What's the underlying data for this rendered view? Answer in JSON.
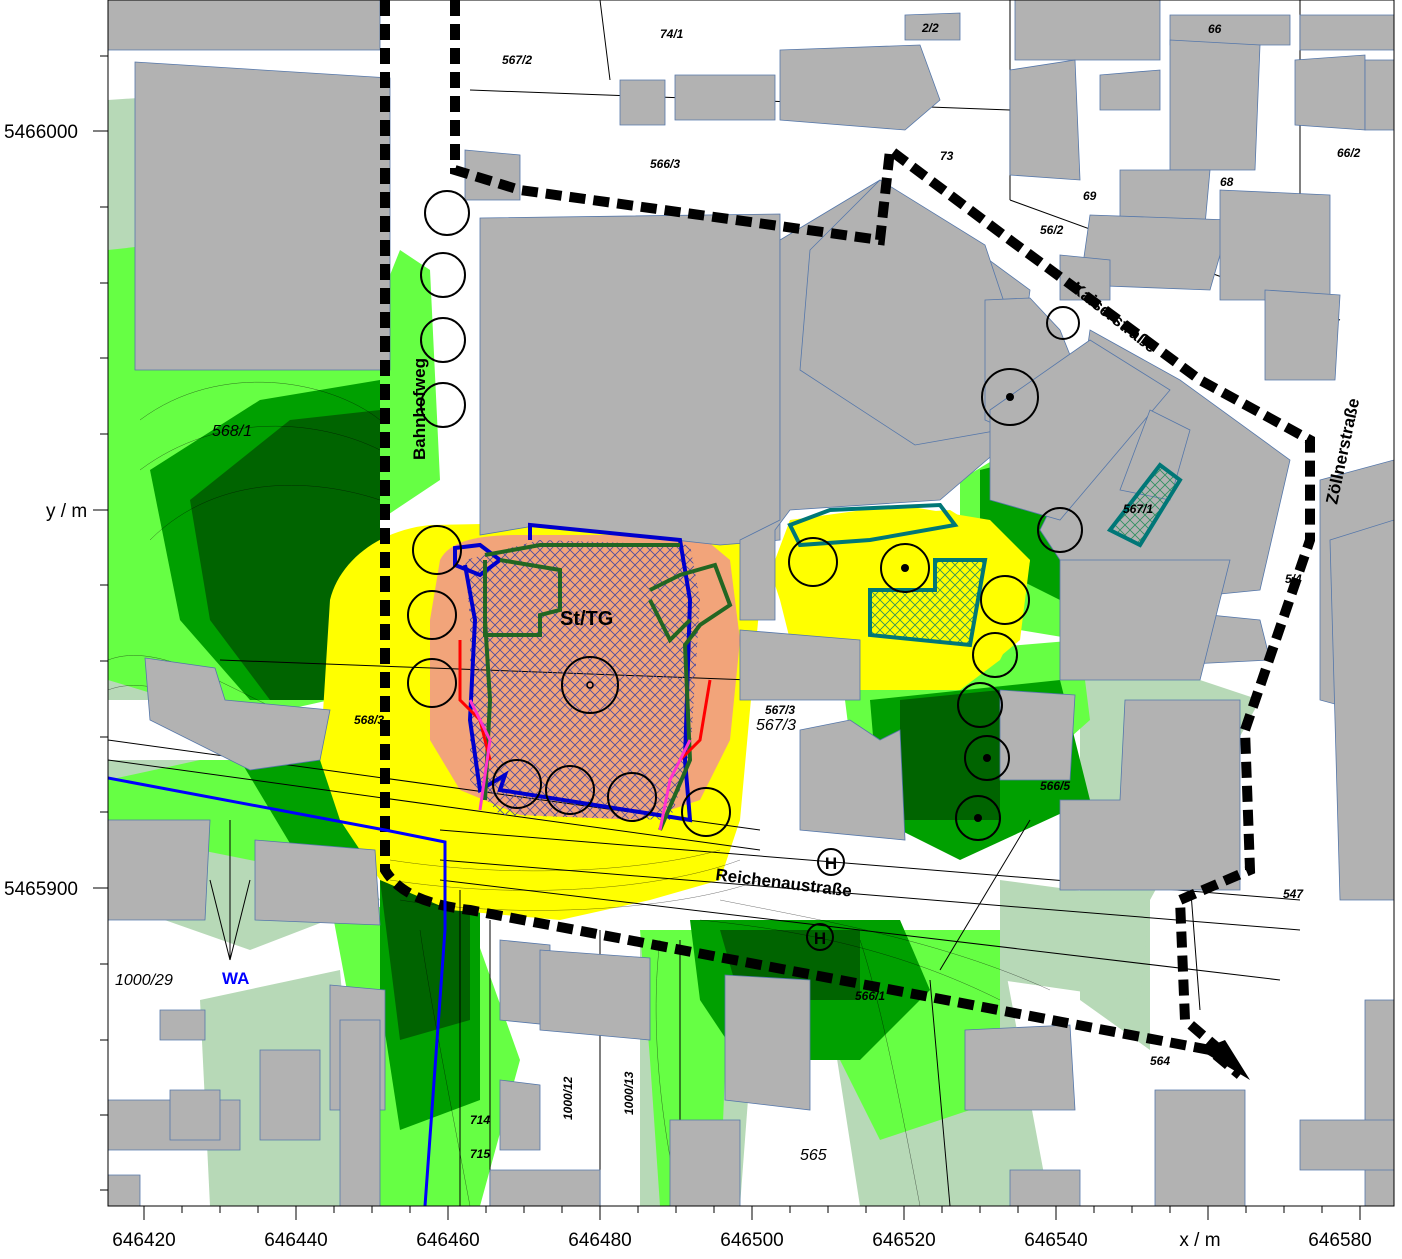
{
  "axes": {
    "x_label": "x / m",
    "y_label": "y / m",
    "x_ticks": [
      "646420",
      "646440",
      "646460",
      "646480",
      "646500",
      "646520",
      "646540",
      "646580"
    ],
    "y_ticks": [
      "5466000",
      "5465900"
    ]
  },
  "map_labels": {
    "area_code": "St/TG",
    "zone": "WA",
    "parcels": [
      "567/2",
      "74/1",
      "2/2",
      "66",
      "566/3",
      "73",
      "66/2",
      "68",
      "69",
      "56/2",
      "568/1",
      "567/3",
      "567/3",
      "566/5",
      "547",
      "566/1",
      "564",
      "565",
      "1000/29",
      "568/3",
      "1000/12",
      "1000/13",
      "714",
      "715",
      "5/4",
      "567/1"
    ],
    "streets": [
      "Bahnhofweg",
      "Kaiserstraße",
      "Zöllnerstraße",
      "Reichenaustraße"
    ],
    "bus_stop_symbol": "H"
  },
  "colors": {
    "contour_orange": "#f2a47a",
    "contour_yellow": "#ffff00",
    "contour_lightgreen": "#66ff44",
    "contour_green": "#00a000",
    "contour_darkgreen": "#006400",
    "contour_pale": "#b7d9b7",
    "building": "#b2b2b2",
    "zone_boundary": "#0000ff",
    "source_outline": "#226622",
    "teal_outline": "#007777"
  }
}
